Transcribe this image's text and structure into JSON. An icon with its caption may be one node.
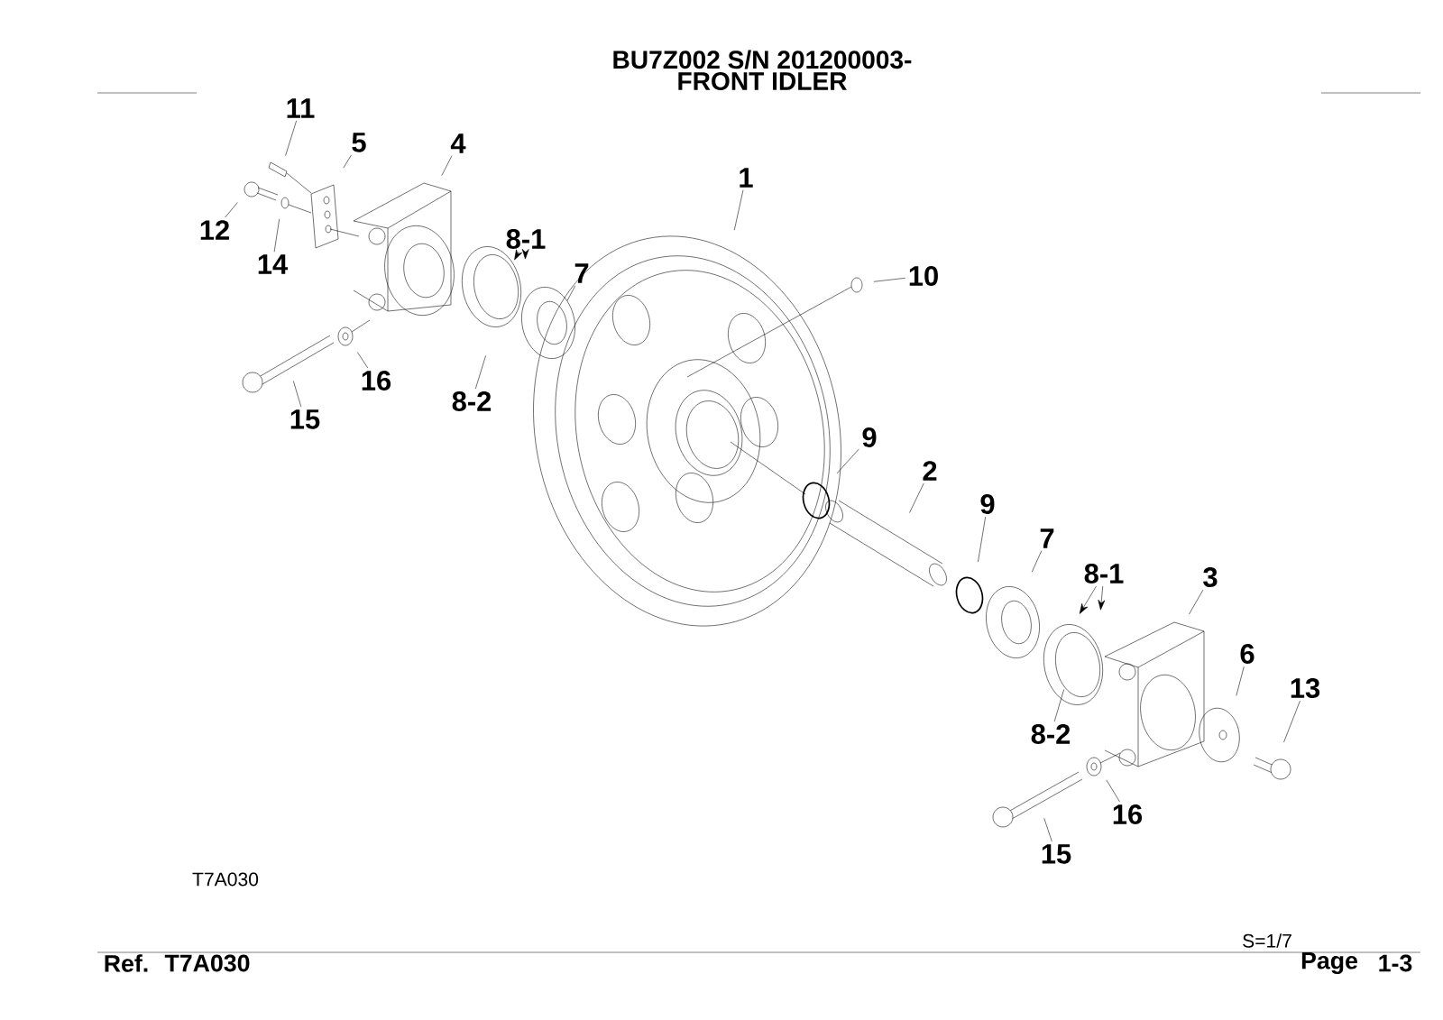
{
  "diagram": {
    "title": "FRONT IDLER",
    "nodes": [
      {
        "text": [
          "1"
        ]
      },
      {
        "text": [
          "2"
        ]
      },
      {
        "text": [
          "3"
        ]
      },
      {
        "text": [
          "4"
        ]
      },
      {
        "text": [
          "5"
        ]
      },
      {
        "text": [
          "6"
        ]
      },
      {
        "text": [
          "7"
        ]
      },
      {
        "text": [
          "7"
        ]
      },
      {
        "text": [
          "8-1"
        ]
      },
      {
        "text": [
          "8-1"
        ]
      },
      {
        "text": [
          "8-2"
        ]
      },
      {
        "text": [
          "8-2"
        ]
      },
      {
        "text": [
          "9"
        ]
      },
      {
        "text": [
          "9"
        ]
      },
      {
        "text": [
          "10"
        ]
      },
      {
        "text": [
          "11"
        ]
      },
      {
        "text": [
          "12"
        ]
      },
      {
        "text": [
          "13"
        ]
      },
      {
        "text": [
          "14"
        ]
      },
      {
        "text": [
          "15"
        ]
      },
      {
        "text": [
          "15"
        ]
      },
      {
        "text": [
          "16"
        ]
      },
      {
        "text": [
          "16"
        ]
      }
    ],
    "edges": [
      {
        "from": 0,
        "to": null,
        "arrow": "none"
      },
      {
        "from": 1,
        "to": null,
        "arrow": "none"
      },
      {
        "from": 2,
        "to": null,
        "arrow": "none"
      },
      {
        "from": 3,
        "to": null,
        "arrow": "none"
      },
      {
        "from": 4,
        "to": null,
        "arrow": "none"
      },
      {
        "from": 5,
        "to": null,
        "arrow": "none"
      },
      {
        "from": 6,
        "to": null,
        "arrow": "none"
      },
      {
        "from": 7,
        "to": null,
        "arrow": "none"
      },
      {
        "from": 8,
        "to": null,
        "arrow": "to"
      },
      {
        "from": 8,
        "to": null,
        "arrow": "to"
      },
      {
        "from": 9,
        "to": null,
        "arrow": "to"
      },
      {
        "from": 9,
        "to": null,
        "arrow": "to"
      },
      {
        "from": 10,
        "to": null,
        "arrow": "none"
      },
      {
        "from": 11,
        "to": null,
        "arrow": "none"
      },
      {
        "from": 12,
        "to": null,
        "arrow": "none"
      },
      {
        "from": 13,
        "to": null,
        "arrow": "none"
      },
      {
        "from": 14,
        "to": null,
        "arrow": "none"
      },
      {
        "from": 15,
        "to": null,
        "arrow": "none"
      },
      {
        "from": 16,
        "to": null,
        "arrow": "none"
      },
      {
        "from": 17,
        "to": null,
        "arrow": "none"
      },
      {
        "from": 18,
        "to": null,
        "arrow": "none"
      },
      {
        "from": 19,
        "to": null,
        "arrow": "none"
      },
      {
        "from": 20,
        "to": null,
        "arrow": "none"
      },
      {
        "from": 21,
        "to": null,
        "arrow": "none"
      },
      {
        "from": 22,
        "to": null,
        "arrow": "none"
      }
    ],
    "labels": [
      "BU7Z002 S/N 201200003-",
      "T7A030",
      "S=1/7",
      "Ref.",
      "T7A030",
      "Page",
      "1-3"
    ]
  }
}
